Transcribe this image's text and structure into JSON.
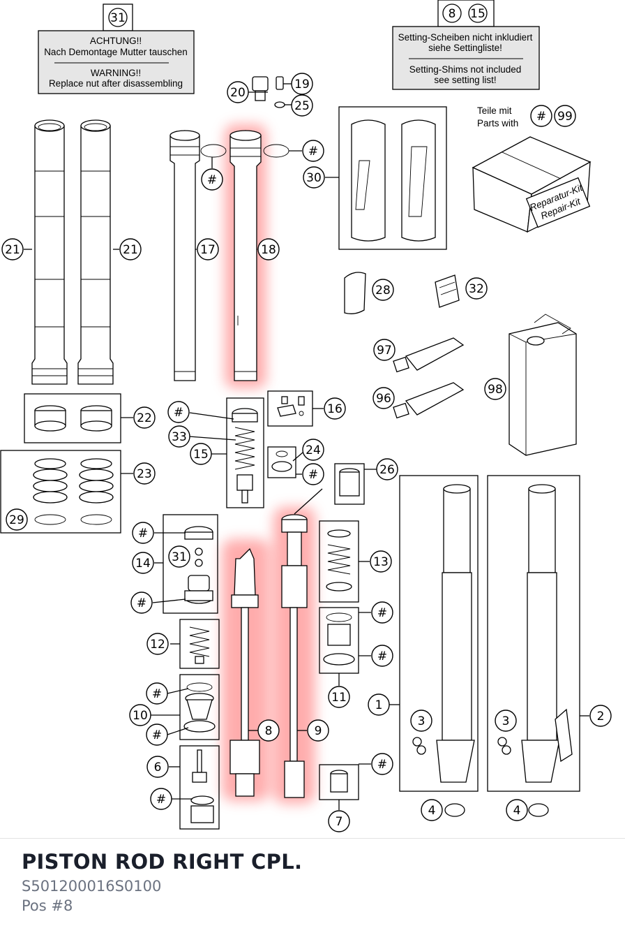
{
  "notes": {
    "nut_warning": {
      "ref": "31",
      "line1": "ACHTUNG!!",
      "line2": "Nach Demontage Mutter tauschen",
      "line3": "WARNING!!",
      "line4": "Replace nut after disassembling"
    },
    "shims": {
      "ref1": "8",
      "ref2": "15",
      "line1": "Setting-Scheiben nicht inkludiert",
      "line2": "siehe Settingliste!",
      "line3": "Setting-Shims not included",
      "line4": "see setting list!"
    },
    "parts_with": {
      "line1": "Teile mit",
      "line2": "Parts with",
      "ref1": "#",
      "ref2": "99"
    },
    "kit_label_1": "Reparatur-Kit",
    "kit_label_2": "Repair-Kit"
  },
  "callouts": {
    "c1": "1",
    "c2": "2",
    "c3a": "3",
    "c3b": "3",
    "c4a": "4",
    "c4b": "4",
    "c6": "6",
    "c7": "7",
    "c8": "8",
    "c9": "9",
    "c10": "10",
    "c11": "11",
    "c12": "12",
    "c13": "13",
    "c14": "14",
    "c15": "15",
    "c16": "16",
    "c17": "17",
    "c18": "18",
    "c19": "19",
    "c20": "20",
    "c21a": "21",
    "c21b": "21",
    "c22": "22",
    "c23": "23",
    "c24": "24",
    "c25": "25",
    "c26": "26",
    "c28": "28",
    "c29": "29",
    "c30": "30",
    "c31": "31",
    "c32": "32",
    "c33": "33",
    "c96": "96",
    "c97": "97",
    "c98": "98",
    "h1": "#",
    "h2": "#",
    "h3": "#",
    "h4": "#",
    "h5": "#",
    "h6": "#",
    "h7": "#",
    "h8": "#",
    "h9": "#",
    "h10": "#",
    "h11": "#",
    "h12": "#",
    "h13": "#",
    "h14": "#"
  },
  "highlight_color": "#ff6b6b",
  "part": {
    "title": "PISTON ROD RIGHT CPL.",
    "number": "S501200016S0100",
    "position": "Pos #8"
  }
}
